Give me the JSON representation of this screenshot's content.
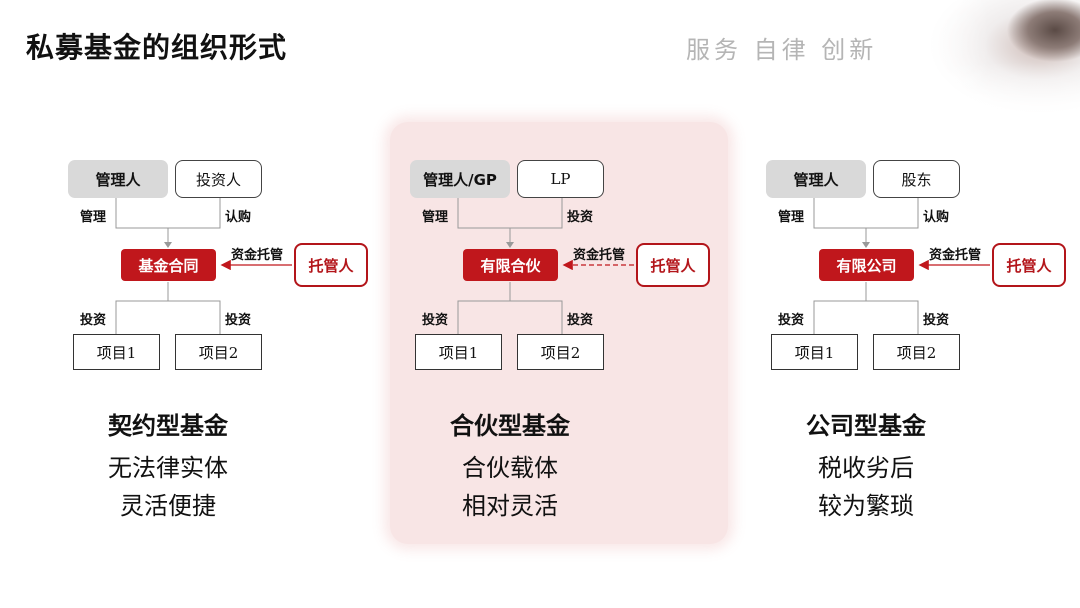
{
  "header": {
    "title": "私募基金的组织形式",
    "slogan": "服务  自律  创新"
  },
  "models": [
    {
      "id": "contract",
      "manager": "管理人",
      "investor": "投资人",
      "label_manage": "管理",
      "label_subscribe": "认购",
      "entity": "基金合同",
      "label_custody": "资金托管",
      "custodian": "托管人",
      "label_invest_left": "投资",
      "label_invest_right": "投资",
      "project1": "项目1",
      "project2": "项目2",
      "name": "契约型基金",
      "desc1": "无法律实体",
      "desc2": "灵活便捷"
    },
    {
      "id": "partnership",
      "manager": "管理人/GP",
      "investor": "LP",
      "label_manage": "管理",
      "label_subscribe": "投资",
      "entity": "有限合伙",
      "label_custody": "资金托管",
      "custodian": "托管人",
      "label_invest_left": "投资",
      "label_invest_right": "投资",
      "project1": "项目1",
      "project2": "项目2",
      "name": "合伙型基金",
      "desc1": "合伙载体",
      "desc2": "相对灵活"
    },
    {
      "id": "company",
      "manager": "管理人",
      "investor": "股东",
      "label_manage": "管理",
      "label_subscribe": "认购",
      "entity": "有限公司",
      "label_custody": "资金托管",
      "custodian": "托管人",
      "label_invest_left": "投资",
      "label_invest_right": "投资",
      "project1": "项目1",
      "project2": "项目2",
      "name": "公司型基金",
      "desc1": "税收劣后",
      "desc2": "较为繁琐"
    }
  ],
  "colors": {
    "accent_red": "#c0171c",
    "highlight_bg": "#f8e5e5",
    "slogan_gray": "#b5b5b5"
  }
}
